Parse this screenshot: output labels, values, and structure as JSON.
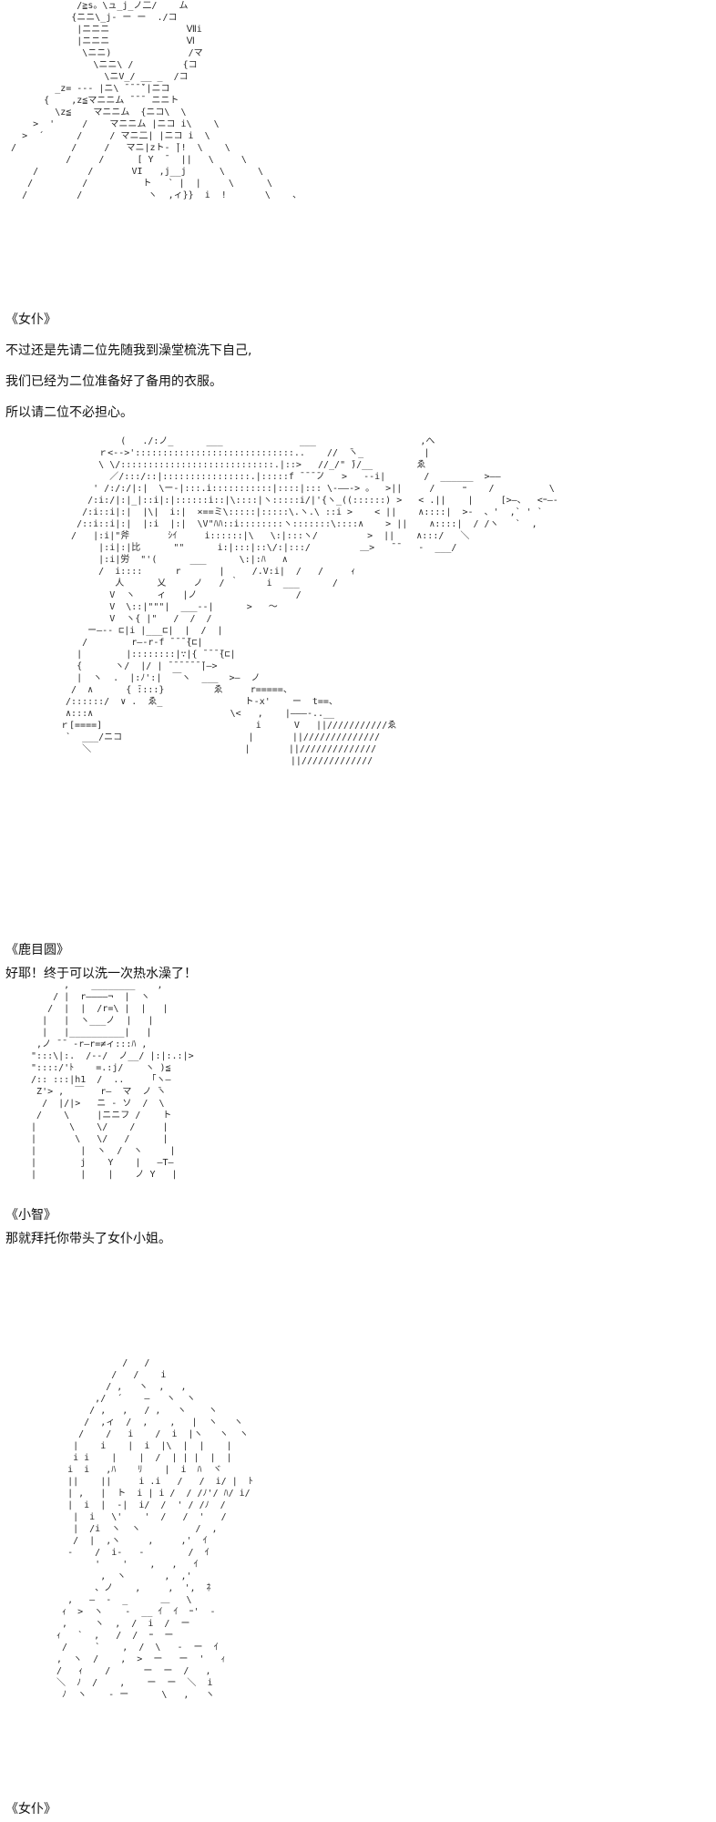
{
  "panels": [
    {
      "art": "              /≧s。\\ュ_j_ノ二/    ム\n             {ニニ\\_j- ー ー  ./コ\n              |ニニニ              Ⅶi\n              |ニニニ              Ⅵ\n               \\ニニ)              /マ\n                 \\ニニ\\ /         {コ\n                   \\ニV_/ __ _  /コ\n          _z= ‐-- |ニ\\ ̄ ̄ ̄ ̄`|ニコ\n        {    ,z≦マニニム ̄ ̄ ̄  ニニト\n          \\z≦    マニニム  {ニコ\\  \\\n      >  '     /    マニニム |ニコ i\\    \\\n    >  ´      /     / マニ二| |ニコ i  \\\n  /          /     /   マニ|zト‐ ̄|!  \\    \\\n            /     /      [ Y  ̄   ||   \\     \\\n      /         /       VI   ,j__j      \\      \\\n     /         /          ト   ` |  |     \\      \\\n    /         /            ヽ  ,ィ}}  i  !       \\    、",
      "speaker": "《女仆》",
      "lines": [
        "不过还是先请二位先随我到澡堂梳洗下自己,",
        "我们已经为二位准备好了备用的衣服。",
        "所以请二位不必担心。"
      ]
    },
    {
      "art": "            (   ./:ノ_      ___              ___                   ,へ\n        ｒ<-->':::::::::::::::::::::::::::::..    //  ̄ヽ_           |\n        \\ \\/::::::::::::::::::::::::::::.|::>   //_/\" ̄)/__        ゑ\n          ／/:::/::|::::::::::::::::.|:::::f ̄ ̄ ̄ ̄ノ   >   -‐i|       /  ______  >――\n       ' /:/:/|:|  \\ー‐|:::.i:::::::::::|::::|::: \\-――-> 。  >||     /     ｰ    /          \\\n      /:i:/|:|_|::i|:|::::::i::|\\::::|ヽ:::::i/|'{ヽ_((::::::) >   < .||    |     [>―、  <ｰ―-\n     /:i::i|:|  |\\|  i:|  ×==ミ\\:::::|:::::\\.ヽ.\\ ::i >    < ||    ∧::::|  >-  、'  ,` ' `\n    /::i::i|:|  |:i  |:|  \\V\"ﾊﾊ::i::::::::ヽ:::::::\\::::∧    > ||    ∧::::|  / /ヽ   `  ,\n   /   |:i|\"斧       ｼｲ     i::::::|\\   \\:|:::ヽ/         >  ||    ∧:::/   ＼\n        |:i|:|比      \"\"      i:|:::|::\\/:|:::/         ＿>   ̄ ̄    ‐  ___/\n        |:i|労  \"'(      ___      \\:|:ﾊ   ∧\n        /  i::::      r       |     /.V:i|  /   /     ｨ\n           人      乂     ノ   / ｀     i  ___      /\n          V  ヽ    ィ   |ノ                  /\n          V  \\::|\"\"\"|  ___-‐|      >   ～\n          V  ヽ{ |\"   /  /  /\n      ー―-‐ ⊏|i |___⊏|  |  /  |\n     /        r―‐r‐f ̄ ̄ ̄ ̄{⊏|\n    |        |::::::::|∵|{ ̄ ̄ ̄ ̄{⊏|\n    {      ヽ/  |/ | ̄ ̄ ̄ ̄ ̄ ̄ ̄|―>\n    |  ヽ  .  |:ﾉ':|  ￣ヽ  ___  >―  ノ\n   /  ∧      { ̄::::}         ゑ     r=====、\n  /::::::/  ∨ .  ゑ_               ト-x'    ー  t==、\n  ∧:::∧                         \\<   ,    |―――-..__\n ｒ[====]                            i      V   ||///////////ゑ\n  `  ___/ニコ                       |       ||//////////////\n     ＼                            |       ||//////////////\n                                           ||/////////////",
      "speaker": "《鹿目圆》",
      "lines": [
        "好耶！终于可以洗一次热水澡了！"
      ]
    },
    {
      "art": "        ,    ________    ,\n      / |  r――――¬  |  ヽ\n     /  |  |  /r=\\ |  |   |\n    |   |  ヽ___ノ  |   |\n    |   |__________|   |\n   ,ノ ̄ ̄  -r―r=≠ィ:::ﾊ ,\n  \":::\\|:.  /--/  ノ__/ |:|:.:|>\n  \"::::/'ﾄ    =.:j/    ヽ )≦\n  /:: :::|h1  /  ..     ｢ヽ―\n   Z'> ,  ￣   r―  マ  ノ ̄ヽ\n    /  |/|>   ニ ‐ ソ  /  \\\n   /    \\     |ニニフ /    ト\n  |      \\    \\/    /     |\n  |       \\   \\/   /      |\n  |        |  ヽ  /  ヽ     |\n  |        j    Y    |   ―T―\n  |        |    |    ノ Y   |",
      "speaker": "《小智》",
      "lines": [
        "那就拜托你带头了女仆小姐。"
      ]
    },
    {
      "art": "              /   /\n            /   /    i\n           / ,   ヽ  ,   ,\n         ,/  ´    ―   ヽ  ヽ\n        / ,   ,   / ,   ヽ    ヽ\n       /  ,ィ  /  ,    ,   |  ヽ   ヽ\n      /    /   i    /  i  |ヽ   ヽ  ヽ\n     |    i    |  i  |\\  |  |    |\n     i i    |    |  /  | | |  |  |\n    i  i   ,ﾊ    ﾘ    |  i  ﾊ  ヾ\n    ||    ||     i .i   /   /  i/ |  ﾄ\n    | ,   |  ト  i | i /  / /ﾉ'/ ﾊ/ i/\n    |  i  |  ‐|  i/  /  ' / /ﾉ  /\n     |  i   \\'    '  /   /  '   /\n     |  /i  ヽ  ヽ          /  ,\n     /  |  ,ヽ     ,     ,'  ｲ\n    -    /  i-   -        /  ｲ\n         '    '    ,   ,   ｲ\n          ,  ヽ       ,  ,'\n         、ノ    ,     ,  ',  ﾈ\n    ,   ―  -  _      ＿   \\\n   ｨ  >  ヽ    -  __ ｲ  ｲ  ｰ'  ‐\n   ,     ヽ  ,  /  i  /  ー\n  ｨ   `  ,   /  /  ｰ  ー\n   /     `    ,  /  \\   -  ー  ｲ\n  ,  ヽ  /    ,  >  ー   ー  '   ｨ\n  /   ｨ    /      ー  ー  /   ,\n  ＼  ﾉ  /    ,    ー  ー  ＼  i\n   ﾉ  ヽ    ‐ ー      \\   ,   ヽ",
      "speaker": "《女仆》",
      "lines": []
    }
  ]
}
